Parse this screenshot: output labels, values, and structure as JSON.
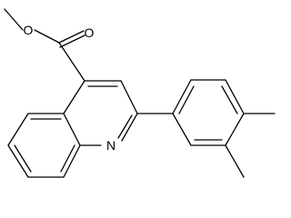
{
  "molecule": {
    "atoms": {
      "carbonyl_oxygen": "O",
      "ester_oxygen": "O",
      "ring_nitrogen": "N"
    }
  }
}
